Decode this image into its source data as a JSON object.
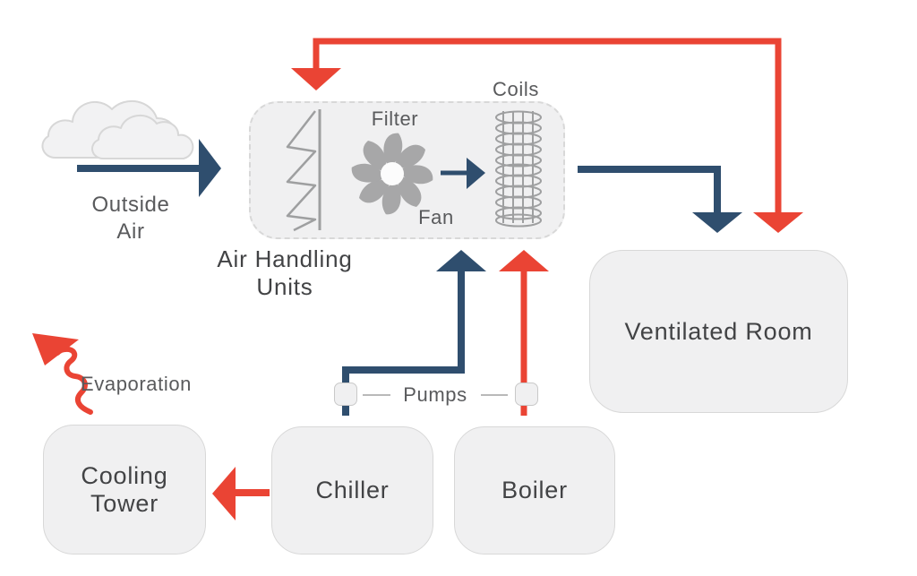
{
  "labels": {
    "outside_air": [
      "Outside",
      "Air"
    ],
    "air_handling_units": [
      "Air Handling",
      "Units"
    ],
    "filter": "Filter",
    "fan": "Fan",
    "coils": "Coils",
    "pumps": "Pumps",
    "evaporation": "Evaporation"
  },
  "boxes": {
    "ventilated_room": "Ventilated Room",
    "chiller": "Chiller",
    "boiler": "Boiler",
    "cooling_tower": [
      "Cooling",
      "Tower"
    ]
  },
  "icons": [
    "cloud-icon",
    "filter-icon",
    "fan-icon",
    "coils-icon",
    "pump-icon"
  ],
  "arrows": [
    {
      "name": "outside-air-into-ahu",
      "color": "navy"
    },
    {
      "name": "return-air-room-to-ahu",
      "color": "red"
    },
    {
      "name": "supply-air-ahu-to-room",
      "color": "navy"
    },
    {
      "name": "airflow-fan-to-coils",
      "color": "navy"
    },
    {
      "name": "chilled-water-chiller-to-ahu",
      "color": "navy"
    },
    {
      "name": "hot-water-boiler-to-ahu",
      "color": "red"
    },
    {
      "name": "chiller-to-cooling-tower",
      "color": "red"
    },
    {
      "name": "evaporation-out",
      "color": "red"
    }
  ],
  "colors": {
    "red": "#ea4434",
    "navy": "#2f4e6e",
    "box_fill": "#f0f0f1",
    "box_border": "#d8d8d8",
    "icon_gray": "#9e9fa0",
    "label_gray": "#595a5c",
    "dark_gray": "#424345",
    "cloud_fill": "#f2f2f3",
    "cloud_border": "#d7d7d7",
    "pump_border": "#c9c9c9",
    "connector_gray": "#b9b9b9"
  }
}
